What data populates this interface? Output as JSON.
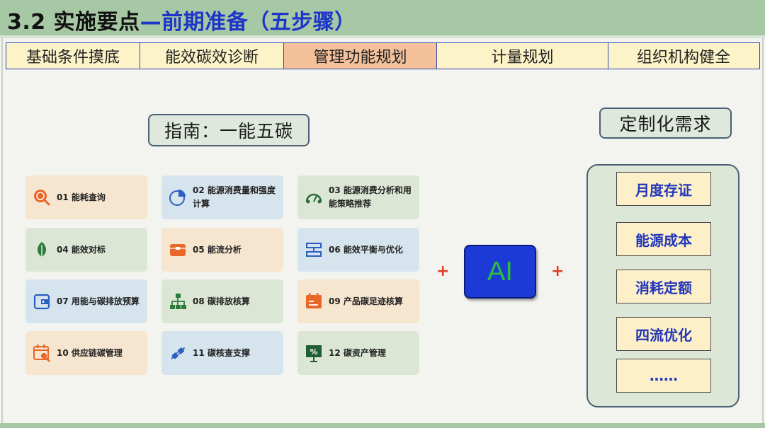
{
  "title": {
    "prefix": "3.2 实施要点",
    "accent": "—前期准备（五步骤）"
  },
  "tabs": [
    {
      "label": "基础条件摸底",
      "active": false
    },
    {
      "label": "能效碳效诊断",
      "active": false
    },
    {
      "label": "管理功能规划",
      "active": true
    },
    {
      "label": "计量规划",
      "active": false
    },
    {
      "label": "组织机构健全",
      "active": false
    }
  ],
  "guide_label": "指南：一能五碳",
  "custom_label": "定制化需求",
  "modules": [
    {
      "label": "01 能耗查询",
      "icon": "search-icon",
      "color": "orange"
    },
    {
      "label": "02 能源消费量和强度计算",
      "icon": "pie-chart-icon",
      "color": "blue"
    },
    {
      "label": "03 能源消费分析和用能策略推荐",
      "icon": "gauge-icon",
      "color": "green"
    },
    {
      "label": "04 能效对标",
      "icon": "leaf-icon",
      "color": "green"
    },
    {
      "label": "05 能流分析",
      "icon": "box-icon",
      "color": "orange"
    },
    {
      "label": "06 能效平衡与优化",
      "icon": "balance-icon",
      "color": "blue"
    },
    {
      "label": "07 用能与碳排放预算",
      "icon": "wallet-icon",
      "color": "blue"
    },
    {
      "label": "08 碳排放核算",
      "icon": "hierarchy-icon",
      "color": "green"
    },
    {
      "label": "09 产品碳足迹核算",
      "icon": "calendar-icon",
      "color": "orange"
    },
    {
      "label": "10 供应链碳管理",
      "icon": "calendar-search-icon",
      "color": "orange"
    },
    {
      "label": "11 碳核查支撑",
      "icon": "plug-icon",
      "color": "blue"
    },
    {
      "label": "12 碳资产管理",
      "icon": "percent-board-icon",
      "color": "green"
    }
  ],
  "plus_symbol": "+",
  "ai_label": "AI",
  "requirements": [
    "月度存证",
    "能源成本",
    "消耗定额",
    "四流优化",
    "……"
  ],
  "colors": {
    "title_bar": "#a7c8a4",
    "accent_blue": "#1d35c8",
    "active_tab": "#f4c19b",
    "tab_bg": "#fdf3c8",
    "ai_button": "#1c3bd6",
    "ai_text": "#2fbe3a",
    "plus": "#e03c2a"
  }
}
